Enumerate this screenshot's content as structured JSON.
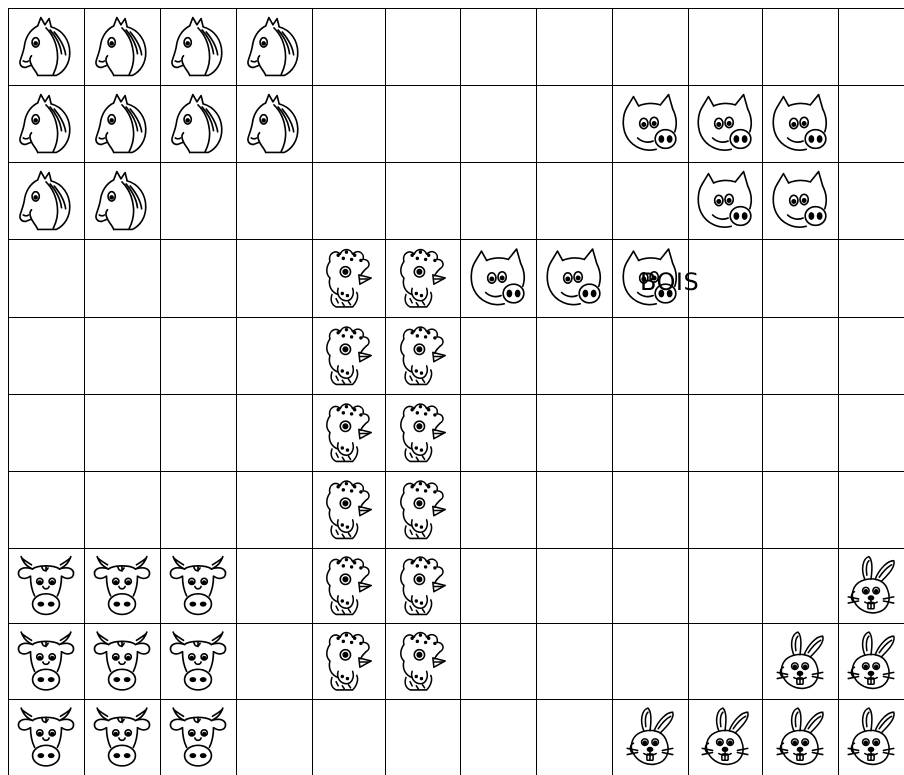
{
  "board": {
    "rows": 10,
    "cols": 12,
    "label": "BOIS"
  },
  "icons": {
    "horse": "horse-head-icon",
    "pig": "pig-head-icon",
    "rooster": "rooster-head-icon",
    "cow": "cow-head-icon",
    "rabbit": "rabbit-head-icon"
  },
  "placements": [
    {
      "animal": "horse",
      "row": 0,
      "col": 0
    },
    {
      "animal": "horse",
      "row": 0,
      "col": 1
    },
    {
      "animal": "horse",
      "row": 0,
      "col": 2
    },
    {
      "animal": "horse",
      "row": 0,
      "col": 3
    },
    {
      "animal": "horse",
      "row": 1,
      "col": 0
    },
    {
      "animal": "horse",
      "row": 1,
      "col": 1
    },
    {
      "animal": "horse",
      "row": 1,
      "col": 2
    },
    {
      "animal": "horse",
      "row": 1,
      "col": 3
    },
    {
      "animal": "horse",
      "row": 2,
      "col": 0
    },
    {
      "animal": "horse",
      "row": 2,
      "col": 1
    },
    {
      "animal": "pig",
      "row": 1,
      "col": 8
    },
    {
      "animal": "pig",
      "row": 1,
      "col": 9
    },
    {
      "animal": "pig",
      "row": 1,
      "col": 10
    },
    {
      "animal": "pig",
      "row": 2,
      "col": 9
    },
    {
      "animal": "pig",
      "row": 2,
      "col": 10
    },
    {
      "animal": "pig",
      "row": 3,
      "col": 6
    },
    {
      "animal": "pig",
      "row": 3,
      "col": 7
    },
    {
      "animal": "pig",
      "row": 3,
      "col": 8
    },
    {
      "animal": "rooster",
      "row": 3,
      "col": 4
    },
    {
      "animal": "rooster",
      "row": 3,
      "col": 5
    },
    {
      "animal": "rooster",
      "row": 4,
      "col": 4
    },
    {
      "animal": "rooster",
      "row": 4,
      "col": 5
    },
    {
      "animal": "rooster",
      "row": 5,
      "col": 4
    },
    {
      "animal": "rooster",
      "row": 5,
      "col": 5
    },
    {
      "animal": "rooster",
      "row": 6,
      "col": 4
    },
    {
      "animal": "rooster",
      "row": 6,
      "col": 5
    },
    {
      "animal": "rooster",
      "row": 7,
      "col": 4
    },
    {
      "animal": "rooster",
      "row": 7,
      "col": 5
    },
    {
      "animal": "rooster",
      "row": 8,
      "col": 4
    },
    {
      "animal": "rooster",
      "row": 8,
      "col": 5
    },
    {
      "animal": "cow",
      "row": 7,
      "col": 0
    },
    {
      "animal": "cow",
      "row": 7,
      "col": 1
    },
    {
      "animal": "cow",
      "row": 7,
      "col": 2
    },
    {
      "animal": "cow",
      "row": 8,
      "col": 0
    },
    {
      "animal": "cow",
      "row": 8,
      "col": 1
    },
    {
      "animal": "cow",
      "row": 8,
      "col": 2
    },
    {
      "animal": "cow",
      "row": 9,
      "col": 0
    },
    {
      "animal": "cow",
      "row": 9,
      "col": 1
    },
    {
      "animal": "cow",
      "row": 9,
      "col": 2
    },
    {
      "animal": "rabbit",
      "row": 7,
      "col": 11
    },
    {
      "animal": "rabbit",
      "row": 8,
      "col": 10
    },
    {
      "animal": "rabbit",
      "row": 8,
      "col": 11
    },
    {
      "animal": "rabbit",
      "row": 9,
      "col": 8
    },
    {
      "animal": "rabbit",
      "row": 9,
      "col": 9
    },
    {
      "animal": "rabbit",
      "row": 9,
      "col": 10
    },
    {
      "animal": "rabbit",
      "row": 9,
      "col": 11
    }
  ]
}
